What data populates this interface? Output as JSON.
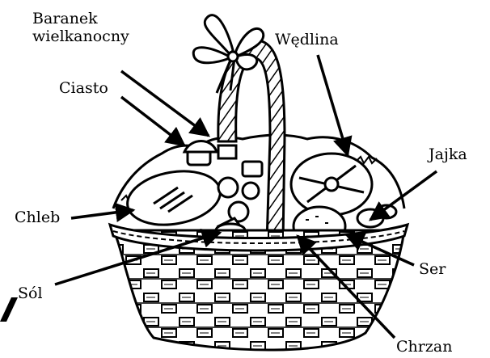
{
  "colors": {
    "ink": "#000000",
    "paper": "#ffffff"
  },
  "labels": {
    "baranek": "Baranek wielkanocny",
    "ciasto": "Ciasto",
    "wedlina": "Wędlina",
    "jajka": "Jajka",
    "chleb": "Chleb",
    "ser": "Ser",
    "sol": "Sól",
    "chrzan": "Chrzan"
  }
}
